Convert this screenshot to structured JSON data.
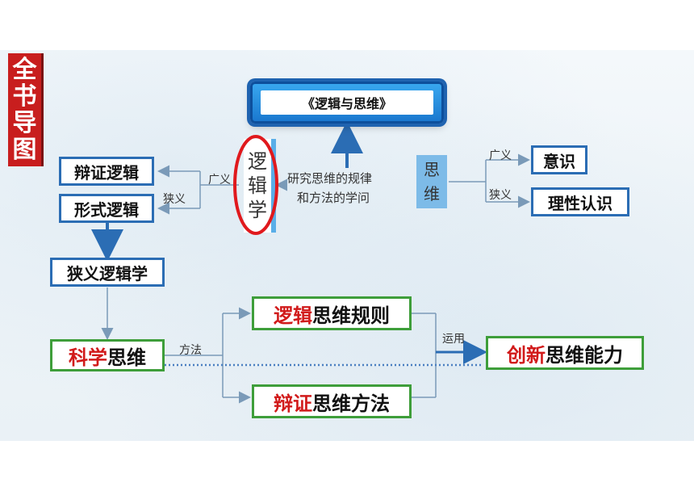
{
  "tag": {
    "chars": [
      "全",
      "书",
      "导",
      "图"
    ]
  },
  "title": "《逻辑与思维》",
  "logic_box": {
    "chars": [
      "逻",
      "辑",
      "学"
    ]
  },
  "logic_definition": {
    "line1": "研究思维的规律",
    "line2": "和方法的学问"
  },
  "thinking_box": {
    "chars": [
      "思",
      "维"
    ]
  },
  "labels": {
    "broad_left": "广义",
    "narrow_left": "狭义",
    "broad_right": "广义",
    "narrow_right": "狭义",
    "method": "方法",
    "apply": "运用"
  },
  "nodes": {
    "dialectical_logic": "辩证逻辑",
    "formal_logic": "形式逻辑",
    "narrow_logic": "狭义逻辑学",
    "consciousness": "意识",
    "rational_cognition": "理性认识"
  },
  "scientific_thinking": {
    "red": "科学",
    "black": "思维"
  },
  "logic_rules": {
    "red": "逻辑",
    "black": "思维规则"
  },
  "dialectic_methods": {
    "red": "辩证",
    "black": "思维方法"
  },
  "innovation": {
    "red": "创新",
    "black": "思维能力"
  },
  "colors": {
    "tag": "#c81e1e",
    "accent_blue": "#2b6db4",
    "accent_green": "#3e9e3a",
    "highlight_red": "#d11a1a"
  }
}
